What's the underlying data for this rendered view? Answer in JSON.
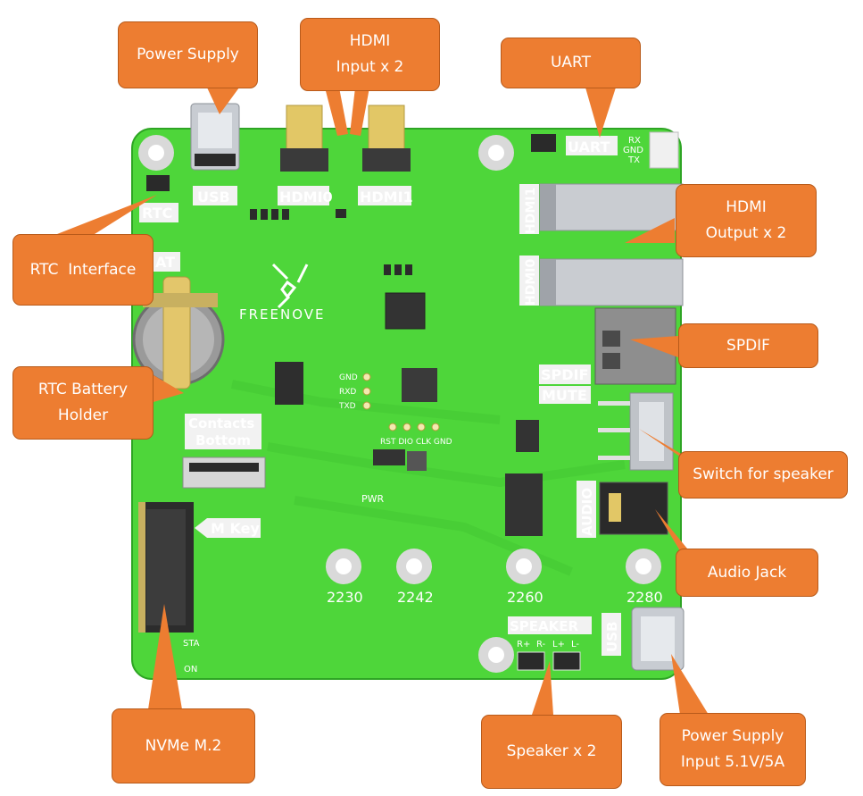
{
  "callouts": {
    "power_supply": "Power Supply",
    "hdmi_input": [
      "HDMI",
      "Input x 2"
    ],
    "uart": "UART",
    "rtc_interface": "RTC  Interface",
    "hdmi_output": [
      "HDMI",
      "Output x 2"
    ],
    "spdif": "SPDIF",
    "rtc_battery_holder": [
      "RTC Battery",
      "Holder"
    ],
    "switch_for_speaker": "Switch for speaker",
    "audio_jack": "Audio Jack",
    "nvme": "NVMe M.2",
    "speaker": "Speaker x 2",
    "power_supply_input": [
      "Power Supply",
      "Input 5.1V/5A"
    ]
  },
  "board": {
    "brand": "FREENOVE",
    "usb_top": "USB",
    "hdmi0": "HDMI0",
    "hdmi1": "HDMI1",
    "uart": "UART",
    "uart_pins": [
      "RX",
      "GND",
      "TX"
    ],
    "rtc": "RTC",
    "bat": "AT",
    "hdmi1_vertical": "HDMI1",
    "hdmi0_vertical": "HDMI0",
    "spdif": "SPDIF",
    "mute": "MUTE",
    "contacts_bottom": [
      "Contacts",
      "Bottom"
    ],
    "m_key": "M Key",
    "audio": "AUDIO",
    "speaker": "SPEAKER",
    "speaker_pins": [
      "R+",
      "R-",
      "L+",
      "L-"
    ],
    "usb_side": "USB",
    "debug_header_left": [
      "GND",
      "RXD",
      "TXD"
    ],
    "debug_header_bottom": "RST DIO CLK GND",
    "pwr": "PWR",
    "sta": "STA",
    "on": "ON",
    "mount_2230": "2230",
    "mount_2242": "2242",
    "mount_2260": "2260",
    "mount_2280": "2280"
  },
  "colors": {
    "board_green": "#4ED63A",
    "callout_orange": "#ED7D31"
  }
}
